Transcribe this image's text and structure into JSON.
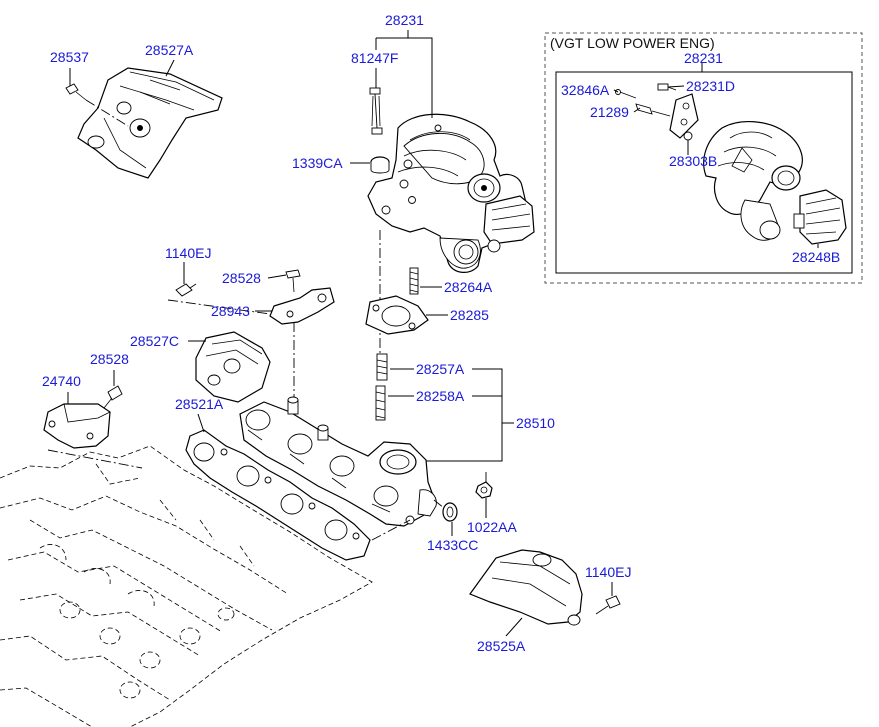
{
  "diagram": {
    "inset_title": "(VGT LOW POWER ENG)",
    "labels": {
      "l28231": "28231",
      "l81247F": "81247F",
      "l1339CA": "1339CA",
      "l28537": "28537",
      "l28527A": "28527A",
      "l1140EJ_a": "1140EJ",
      "l28528_a": "28528",
      "l28943": "28943",
      "l28264A": "28264A",
      "l28285": "28285",
      "l28527C": "28527C",
      "l28528_b": "28528",
      "l24740": "24740",
      "l28257A": "28257A",
      "l28258A": "28258A",
      "l28521A": "28521A",
      "l28510": "28510",
      "l1022AA": "1022AA",
      "l1433CC": "1433CC",
      "l1140EJ_b": "1140EJ",
      "l28525A": "28525A",
      "i28231": "28231",
      "i32846A": "32846A",
      "i28231D": "28231D",
      "i21289": "21289",
      "i28303B": "28303B",
      "i28248B": "28248B"
    }
  }
}
